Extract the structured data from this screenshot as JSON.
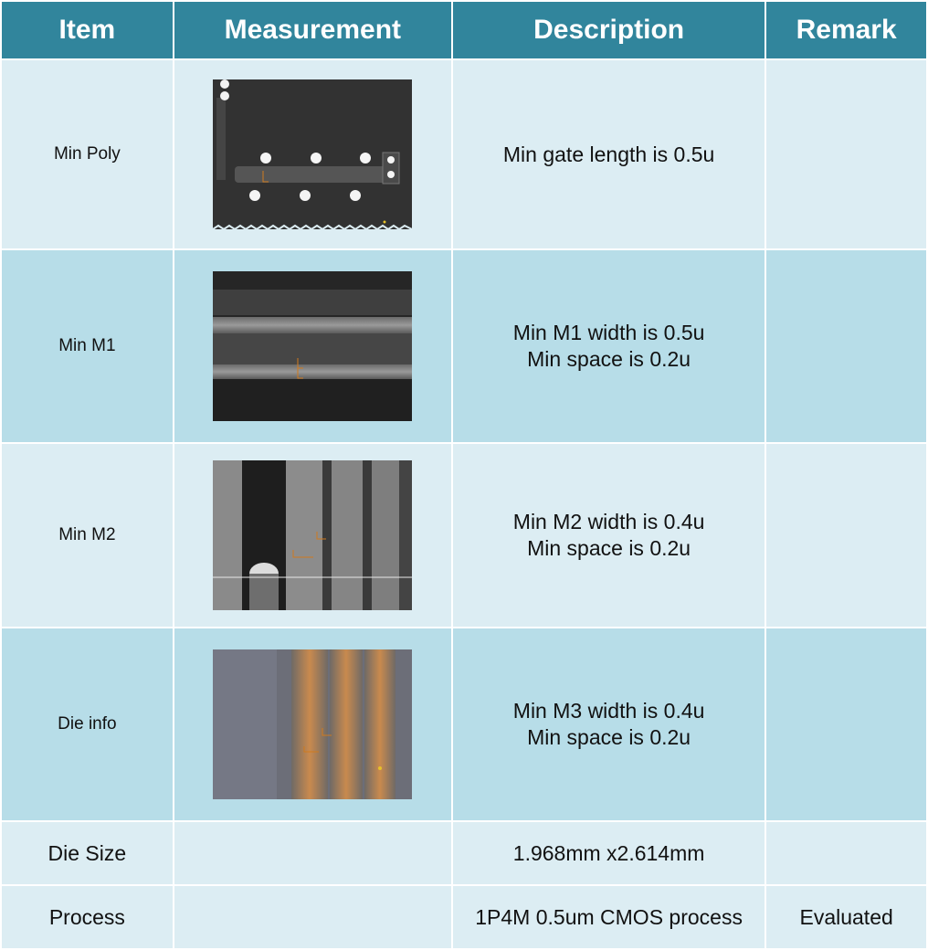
{
  "header": {
    "item": "Item",
    "measurement": "Measurement",
    "description": "Description",
    "remark": "Remark"
  },
  "rows": [
    {
      "item": "Min Poly",
      "description_lines": [
        "Min gate length is 0.5u"
      ],
      "remark": "",
      "image_icon": "sem-micrograph-poly"
    },
    {
      "item": "Min M1",
      "description_lines": [
        "Min M1 width is 0.5u",
        "Min space is 0.2u"
      ],
      "remark": "",
      "image_icon": "sem-micrograph-m1"
    },
    {
      "item": "Min M2",
      "description_lines": [
        "Min M2 width is 0.4u",
        "Min space is 0.2u"
      ],
      "remark": "",
      "image_icon": "sem-micrograph-m2"
    },
    {
      "item": "Die info",
      "description_lines": [
        "Min M3 width is 0.4u",
        "Min space is 0.2u"
      ],
      "remark": "",
      "image_icon": "optical-micrograph-m3"
    },
    {
      "item": "Die Size",
      "description_lines": [
        "1.968mm x2.614mm"
      ],
      "remark": ""
    },
    {
      "item": "Process",
      "description_lines": [
        "1P4M 0.5um CMOS process"
      ],
      "remark": "Evaluated"
    }
  ],
  "colors": {
    "header": "#31859c",
    "row_light": "#dcedf3",
    "row_dark": "#b7dde8",
    "marker": "#d07a1e"
  }
}
